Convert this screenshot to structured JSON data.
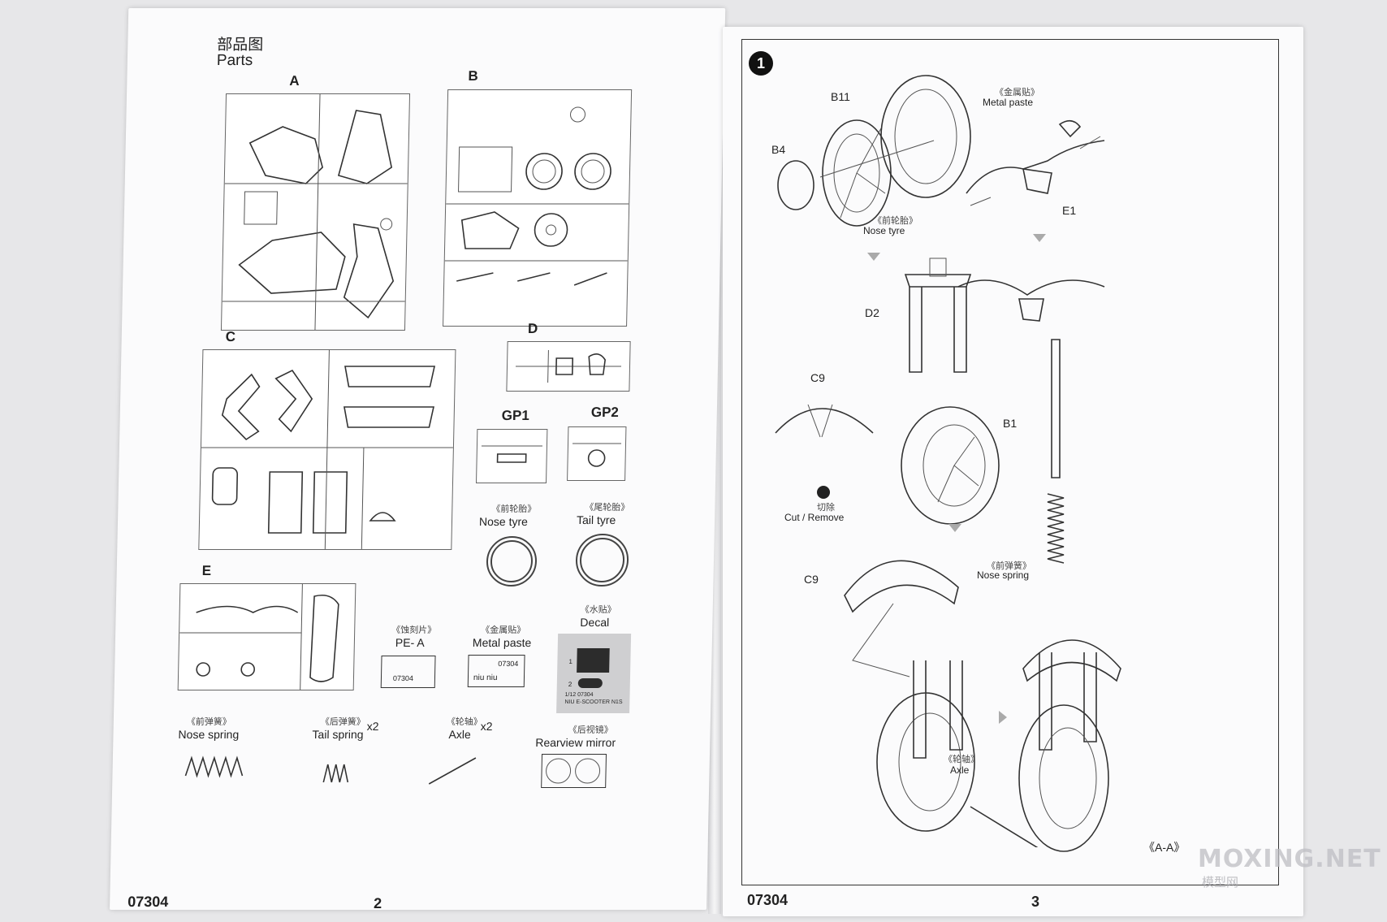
{
  "left_page": {
    "heading_cn": "部品图",
    "heading_en": "Parts",
    "sprues": [
      "A",
      "B",
      "C",
      "D",
      "GP1",
      "GP2",
      "E"
    ],
    "nose_tyre": {
      "cn": "《前轮胎》",
      "en": "Nose tyre"
    },
    "tail_tyre": {
      "cn": "《尾轮胎》",
      "en": "Tail tyre"
    },
    "pe": {
      "cn": "《蚀刻片》",
      "en": "PE- A",
      "code": "07304"
    },
    "metal_paste": {
      "cn": "《金属贴》",
      "en": "Metal paste",
      "code": "07304",
      "logo": "niu niu"
    },
    "decal": {
      "cn": "《水贴》",
      "en": "Decal",
      "line1": "1/12 07304",
      "line2": "NIU E-SCOOTER N1S",
      "n1": "1",
      "n2": "2"
    },
    "nose_spring": {
      "cn": "《前弹簧》",
      "en": "Nose spring"
    },
    "tail_spring": {
      "cn": "《后弹簧》",
      "en": "Tail spring",
      "qty": "x2"
    },
    "axle": {
      "cn": "《轮轴》",
      "en": "Axle",
      "qty": "x2"
    },
    "mirror": {
      "cn": "《后视镜》",
      "en": "Rearview mirror"
    },
    "code": "07304",
    "page_no": "2"
  },
  "right_page": {
    "step": "1",
    "labels": {
      "b11": "B11",
      "b4": "B4",
      "d2": "D2",
      "c9a": "C9",
      "c9b": "C9",
      "e1": "E1",
      "b1": "B1"
    },
    "nose_tyre": {
      "cn": "《前轮胎》",
      "en": "Nose tyre"
    },
    "metal_paste": {
      "cn": "《金属贴》",
      "en": "Metal paste"
    },
    "cut": {
      "cn": "切除",
      "en": "Cut / Remove"
    },
    "nose_spring": {
      "cn": "《前弹簧》",
      "en": "Nose spring"
    },
    "axle": {
      "cn": "《轮轴》",
      "en": "Axle"
    },
    "view": "《A-A》",
    "code": "07304",
    "page_no": "3"
  },
  "watermark": {
    "text": "MOXING.NET",
    "sub": "模型网"
  }
}
